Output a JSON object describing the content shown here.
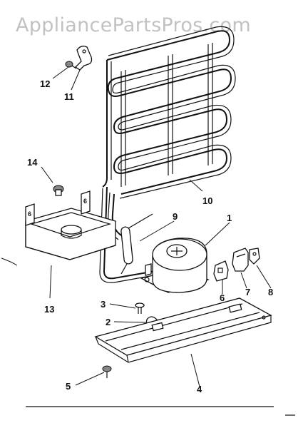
{
  "watermark": "AppliancePartsPros.com",
  "callouts": {
    "c1": "1",
    "c2": "2",
    "c3": "3",
    "c4": "4",
    "c5": "5",
    "c6": "6",
    "c7": "7",
    "c8": "8",
    "c9": "9",
    "c10": "10",
    "c11": "11",
    "c12": "12",
    "c13": "13",
    "c14": "14",
    "drip_tray_mark_left": "6",
    "drip_tray_mark_right": "6"
  }
}
